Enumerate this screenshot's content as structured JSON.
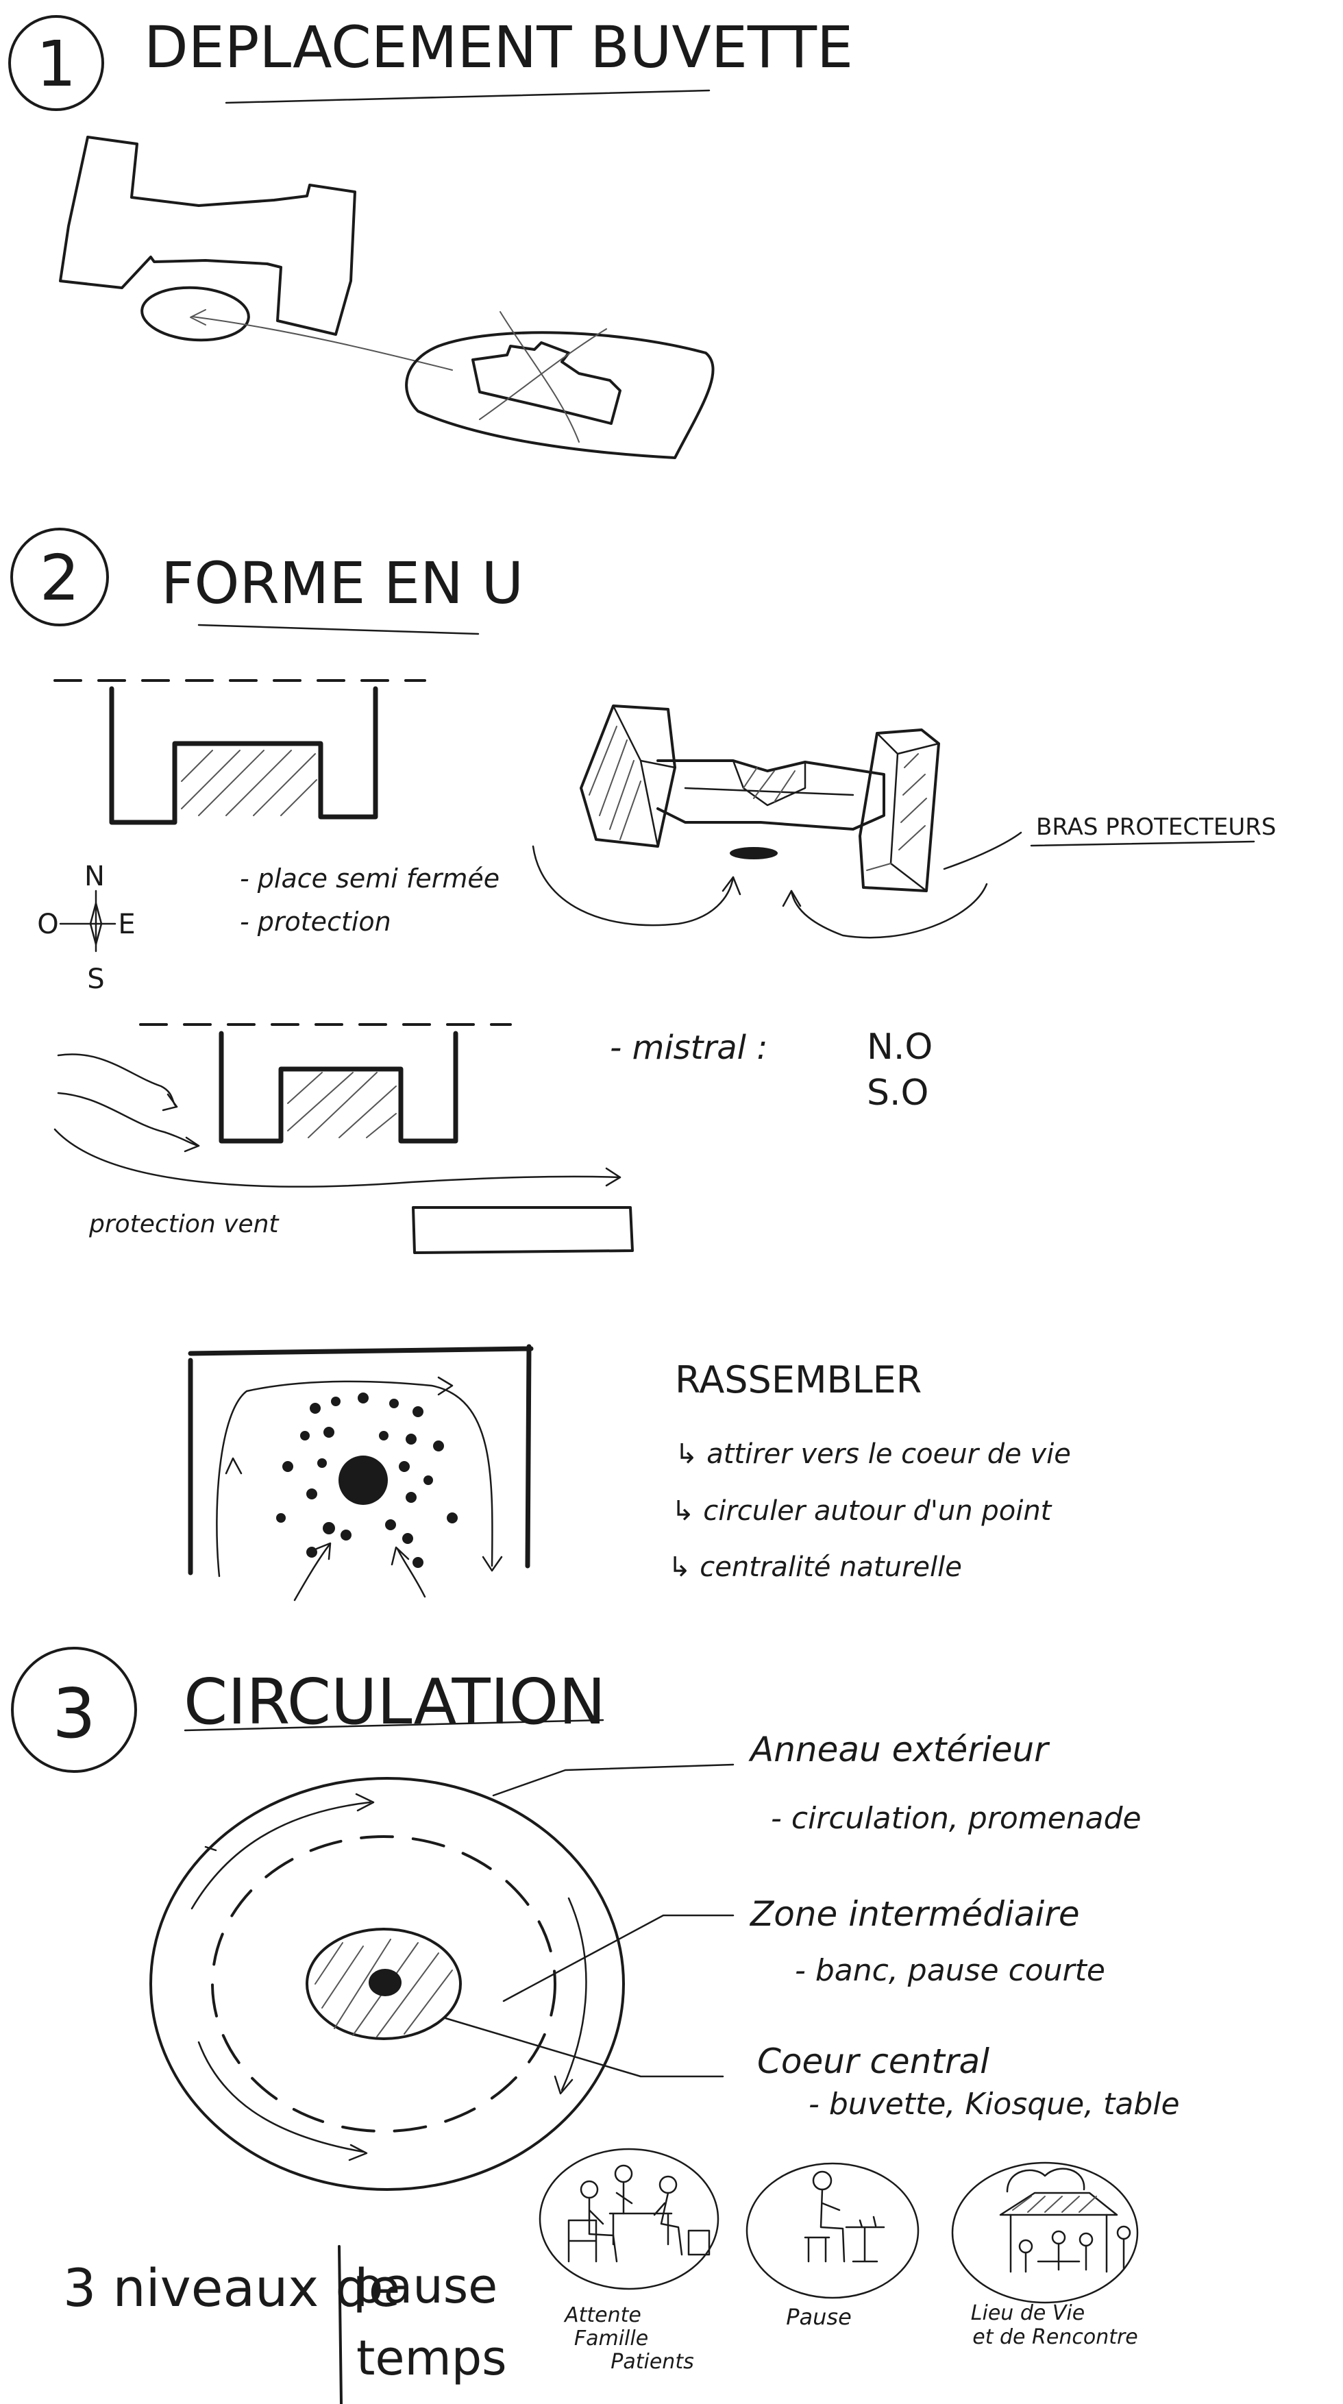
{
  "section1": {
    "number": "1",
    "title": "DEPLACEMENT BUVETTE"
  },
  "section2": {
    "number": "2",
    "title": "FORME EN U",
    "compass": {
      "n": "N",
      "s": "S",
      "e": "E",
      "w": "O"
    },
    "notes": [
      "- place semi fermée",
      "- protection"
    ],
    "bras_label": "BRAS PROTECTEURS",
    "mistral_label": "- mistral :",
    "mistral_dirs": [
      "N.O",
      "S.O"
    ],
    "wind_label": "protection vent",
    "rassembler": {
      "heading": "RASSEMBLER",
      "items": [
        "↳ attirer vers le coeur de vie",
        "↳ circuler autour d'un point",
        "↳ centralité naturelle"
      ]
    }
  },
  "section3": {
    "number": "3",
    "title": "CIRCULATION",
    "zones": [
      {
        "name": "Anneau extérieur",
        "detail": "- circulation, promenade"
      },
      {
        "name": "Zone intermédiaire",
        "detail": "- banc, pause courte"
      },
      {
        "name": "Coeur central",
        "detail": "- buvette, Kiosque, table"
      }
    ]
  },
  "pause": {
    "heading_left": "3 niveaux de",
    "heading_right": [
      "pause",
      "temps"
    ],
    "vignettes": [
      {
        "caption": [
          "Attente",
          "Famille",
          "Patients"
        ]
      },
      {
        "caption": [
          "Pause"
        ]
      },
      {
        "caption": [
          "Lieu de Vie",
          "et de Rencontre"
        ]
      }
    ]
  }
}
